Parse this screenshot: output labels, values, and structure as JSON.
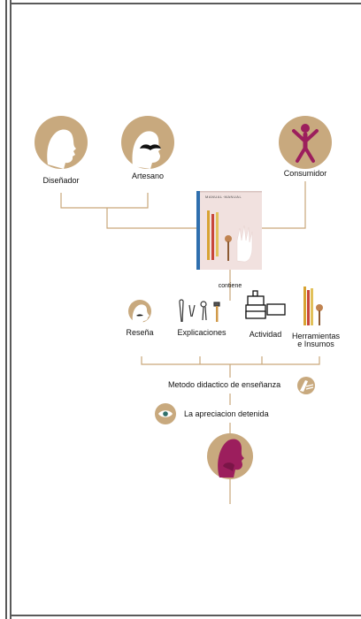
{
  "colors": {
    "gold": "#c8a97e",
    "magenta": "#9c1e5d",
    "line": "#c9a77a",
    "frame": "#5a5a5a",
    "book_cover": "#f1e1df",
    "book_spine": "#2f6fae"
  },
  "roles": [
    {
      "label": "Diseñador",
      "icon": "designer-head-icon"
    },
    {
      "label": "Artesano",
      "icon": "artisan-head-icon"
    },
    {
      "label": "Consumidor",
      "icon": "consumer-figure-icon"
    }
  ],
  "book": {
    "title": "MANUAL·MANUAL",
    "icon": "manual-book-icon"
  },
  "contains_label": "contiene",
  "contents": [
    {
      "label": "Reseña",
      "icon": "review-head-icon"
    },
    {
      "label": "Explicaciones",
      "icon": "tools-icon"
    },
    {
      "label": "Actividad",
      "icon": "boxes-icon"
    },
    {
      "label": "Herramientas e Insumos",
      "label_line1": "Herramientas",
      "label_line2": "e Insumos",
      "icon": "pencils-icon"
    }
  ],
  "method_label": "Metodo didactico de enseñanza",
  "method_icon": "hand-writing-icon",
  "appreciation_label": "La apreciacion detenida",
  "appreciation_icon": "eye-icon",
  "final_icon": "thinking-head-icon"
}
